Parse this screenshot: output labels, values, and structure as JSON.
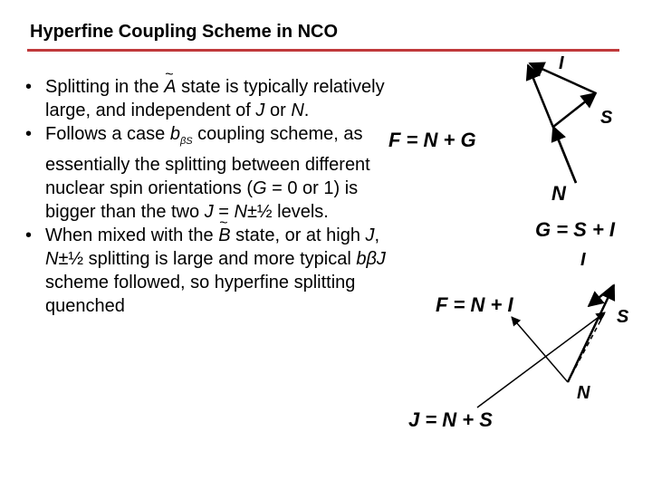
{
  "title": "Hyperfine Coupling Scheme in NCO",
  "bullets": [
    {
      "t1": "Splitting in the ",
      "state": "A",
      "t2": " state is typically relatively large, and independent of ",
      "v1": "J",
      "t3": " or ",
      "v2": "N",
      "t4": "."
    },
    {
      "t1": "Follows a case ",
      "case_b": "b",
      "case_sub": "βS",
      "t2": " coupling scheme, as essentially the splitting between different nuclear spin orientations (",
      "v1": "G",
      "t3": " = 0 or 1) is bigger than the two ",
      "v2": "J",
      "t4": " = ",
      "v3": "N",
      "t5": "±½ levels."
    },
    {
      "t1": "When mixed with the ",
      "state": "B",
      "t2": " state, or at high ",
      "v1": "J",
      "t3": ", ",
      "v2": "N",
      "t4": "±½ splitting is large and more typical ",
      "case_b": "bβJ",
      "t5": " scheme followed, so hyperfine splitting quenched"
    }
  ],
  "diagram": {
    "eq_f_ng": "F = N + G",
    "eq_g_si": "G = S + I",
    "eq_f_ni": "F = N + I",
    "eq_j_ns": "J = N + S",
    "top_I": "I",
    "top_S": "S",
    "top_N": "N",
    "bot_I": "I",
    "bot_S": "S",
    "bot_N": "N"
  }
}
